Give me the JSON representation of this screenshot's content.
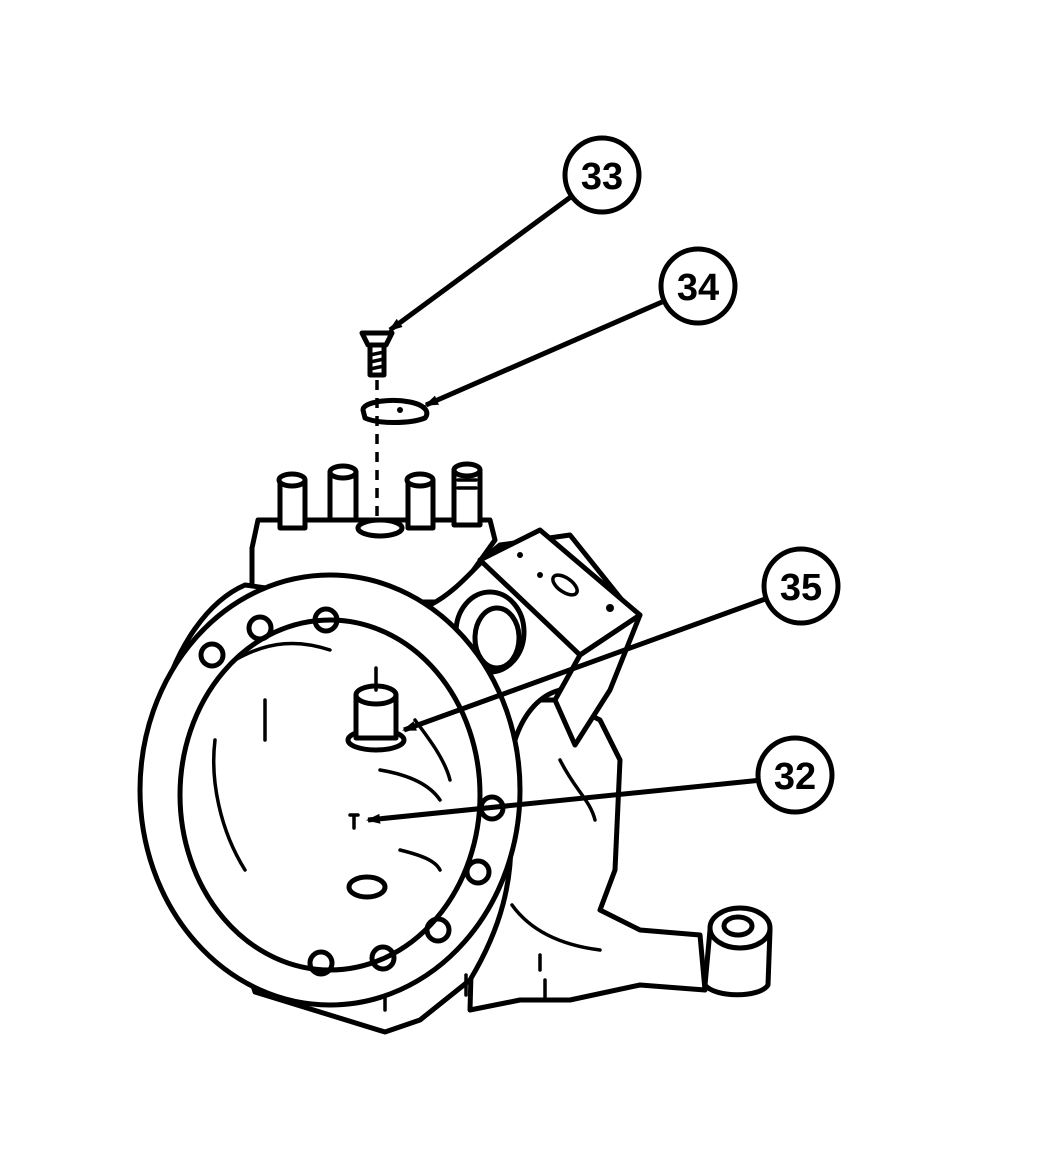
{
  "figure": {
    "callouts": [
      {
        "id": "33",
        "label": "33"
      },
      {
        "id": "34",
        "label": "34"
      },
      {
        "id": "35",
        "label": "35"
      },
      {
        "id": "32",
        "label": "32"
      }
    ]
  },
  "colors": {
    "ink": "#000000",
    "paper": "#ffffff"
  }
}
